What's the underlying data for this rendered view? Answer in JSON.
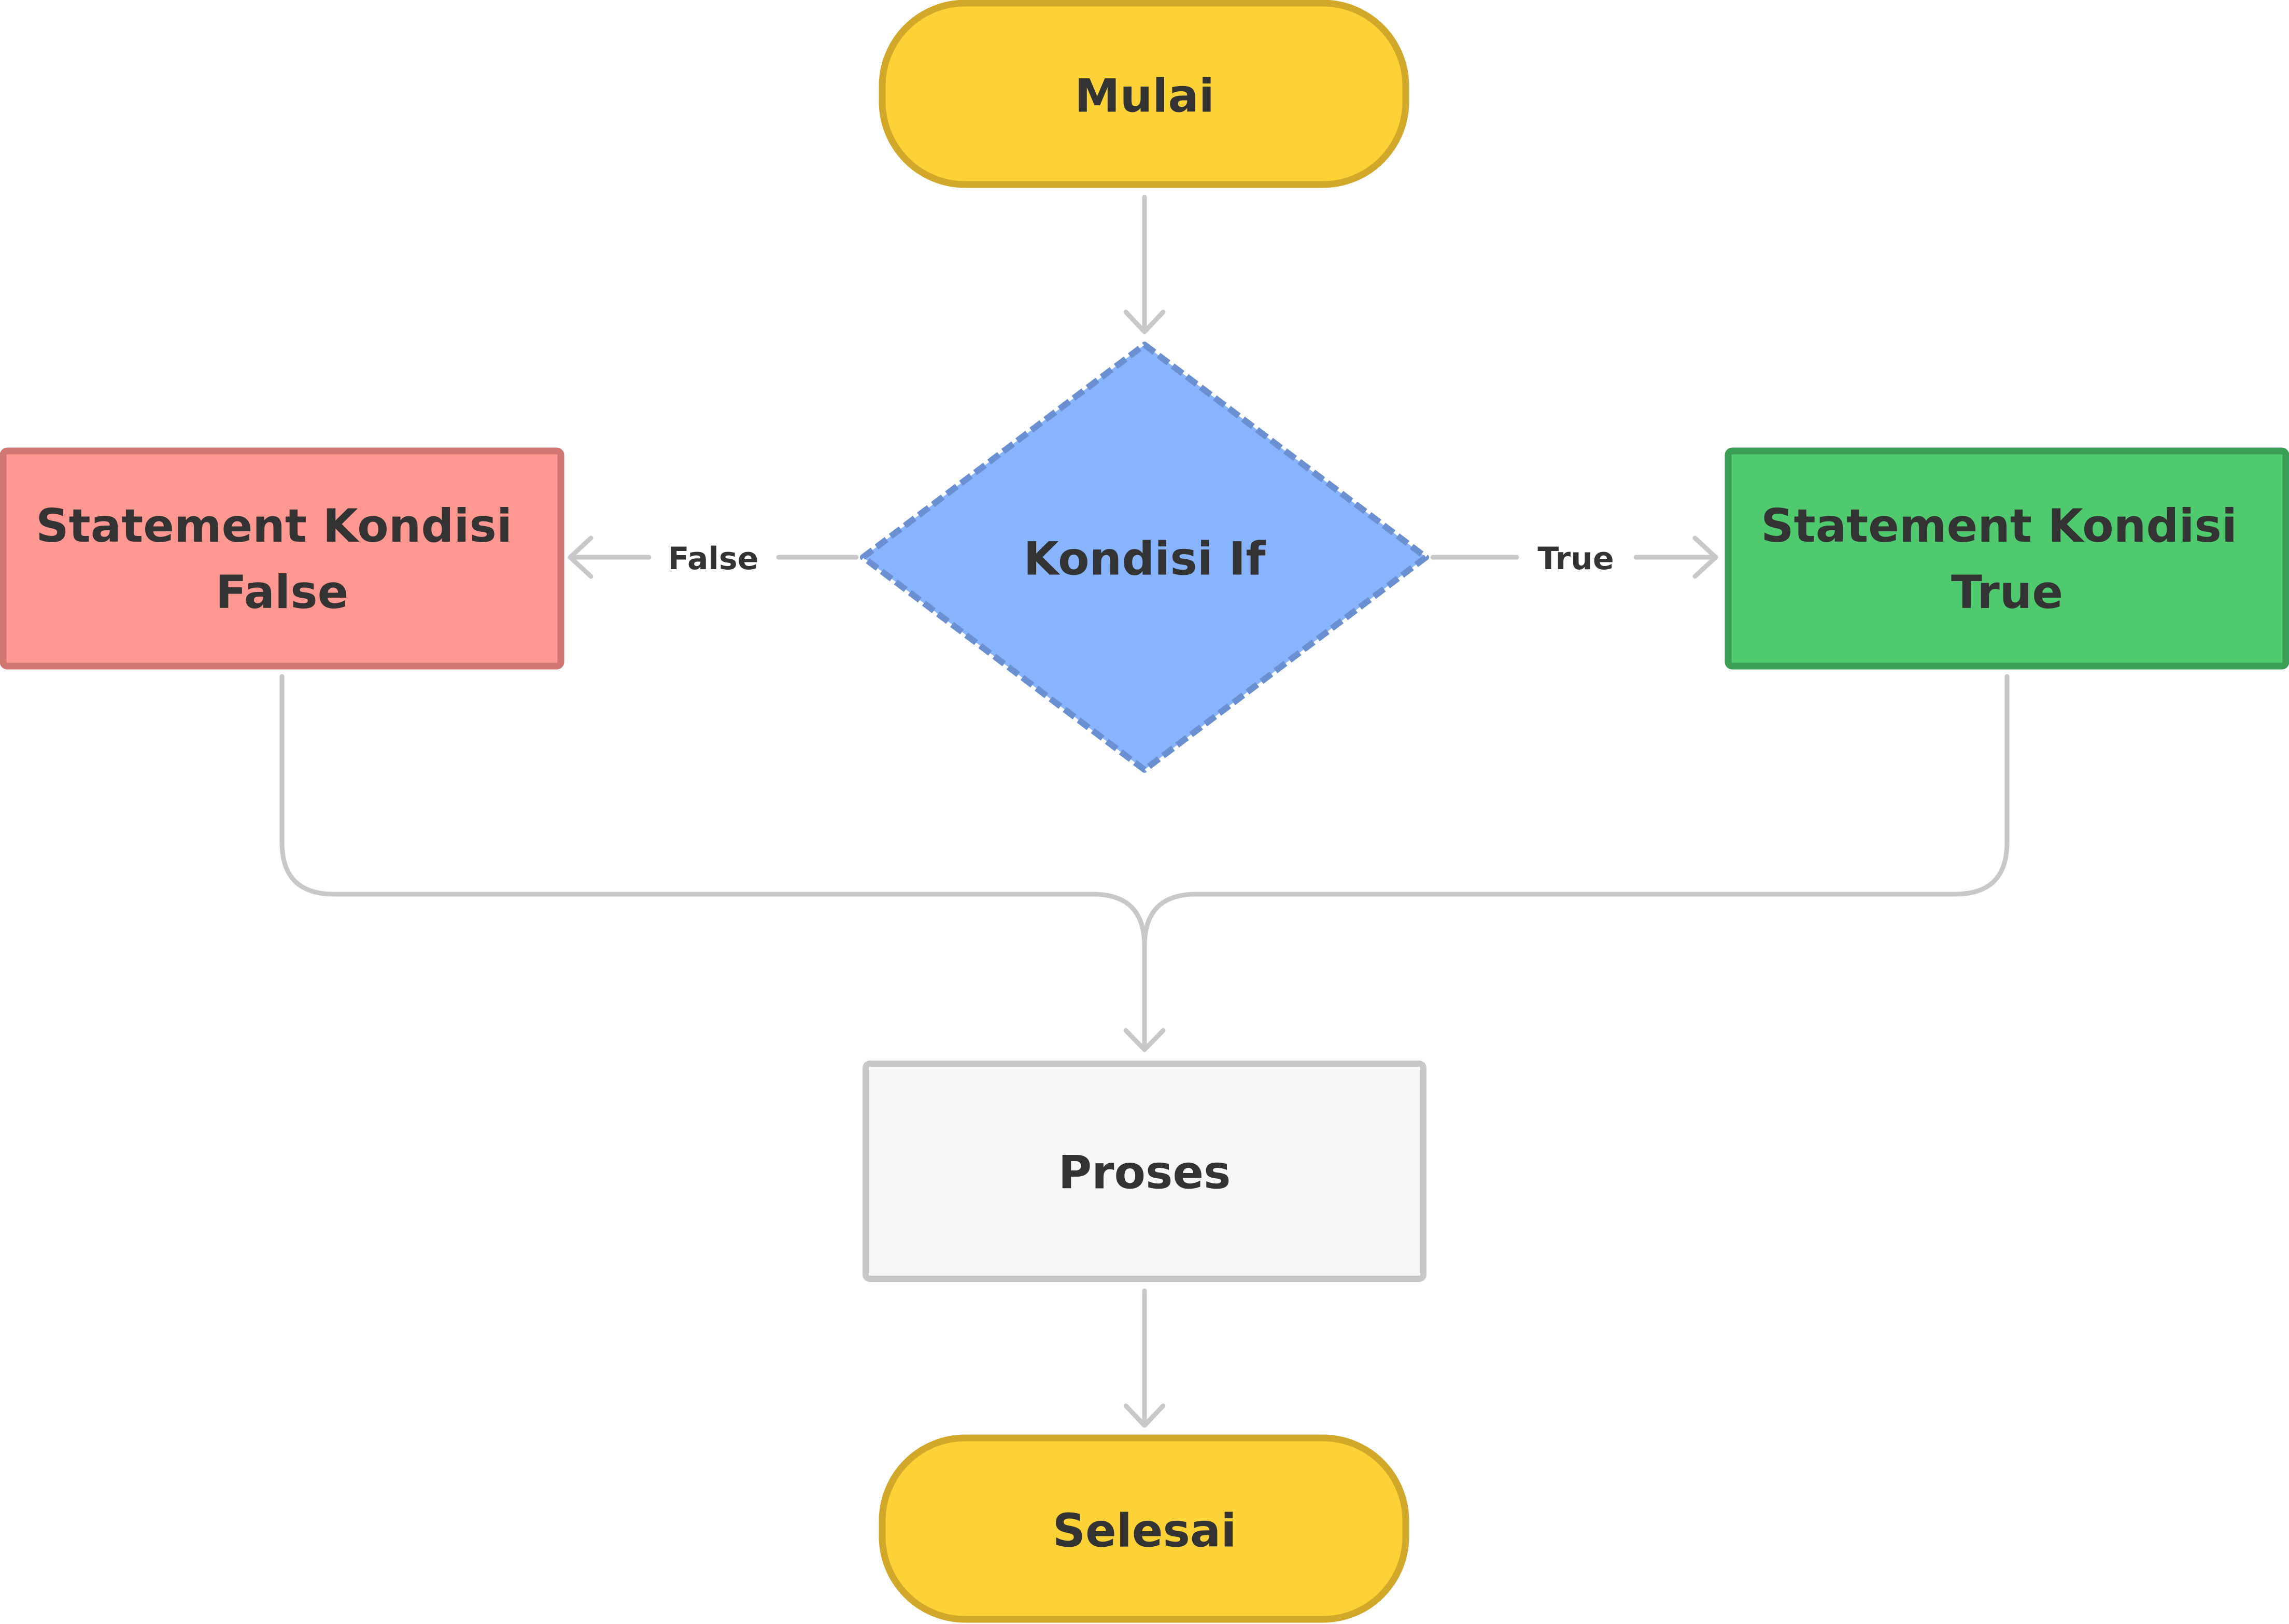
{
  "nodes": {
    "start": {
      "label": "Mulai",
      "fill": "#FDD236",
      "stroke": "#D1A82A"
    },
    "condition": {
      "label": "Kondisi If",
      "fill": "#87B4FC",
      "stroke": "#6A90D2"
    },
    "false_statement": {
      "line1": "Statement Kondisi",
      "line2": "False",
      "fill": "#FF9891",
      "stroke": "#D27672"
    },
    "true_statement": {
      "line1": "Statement Kondisi",
      "line2": "True",
      "fill": "#4FCA6F",
      "stroke": "#3A9E55"
    },
    "process": {
      "label": "Proses",
      "fill": "#F6F6F6",
      "stroke": "#C8C8C8"
    },
    "end": {
      "label": "Selesai",
      "fill": "#FDD236",
      "stroke": "#D1A82A"
    }
  },
  "edges": {
    "false_label": "False",
    "true_label": "True",
    "line_color": "#C8C8C8"
  },
  "text_color": "#333333"
}
